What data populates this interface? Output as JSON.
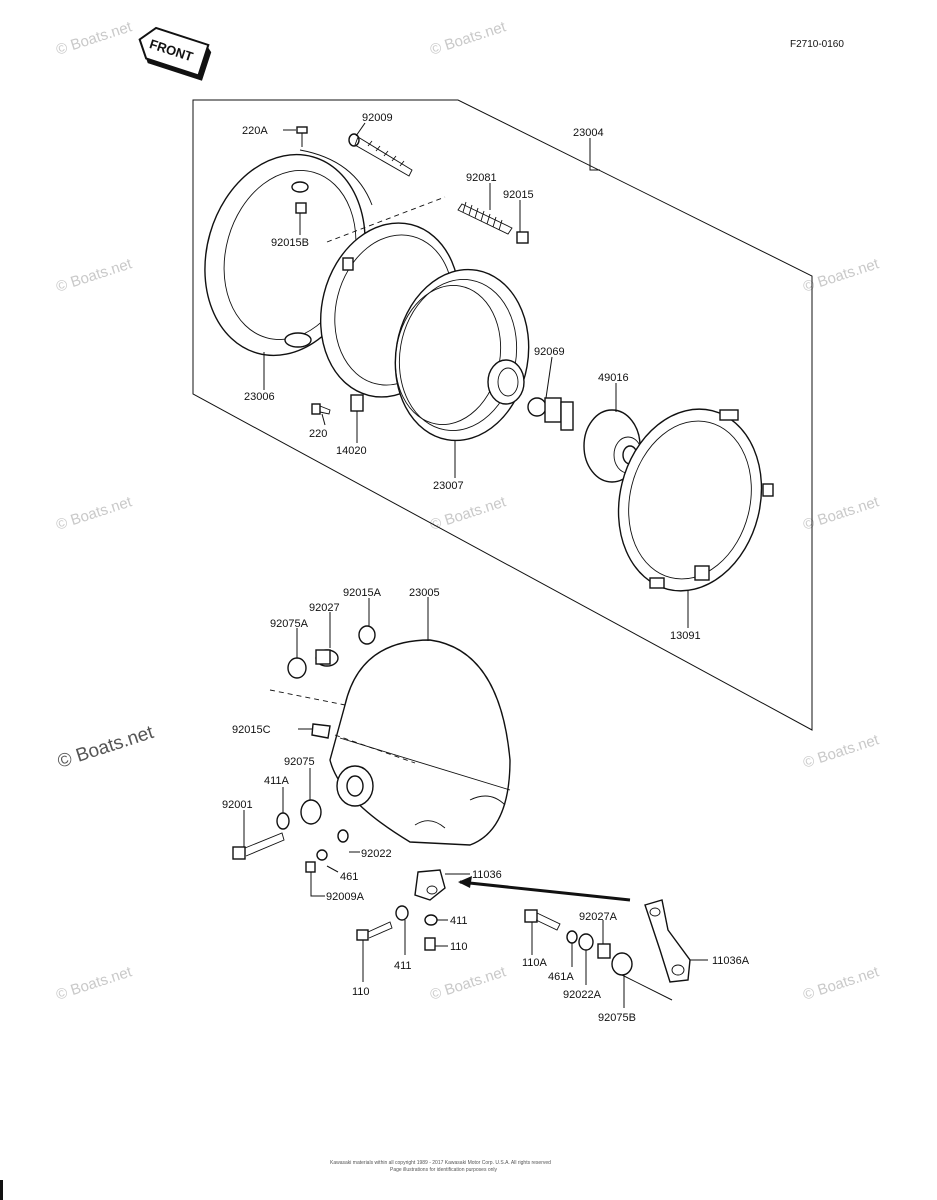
{
  "figure_code": "F2710-0160",
  "front_label": "FRONT",
  "watermark": "© Boats.net",
  "footer_line1": "Kawasaki materials within all copyright 1989 - 2017  Kawasaki Motor Corp. U.S.A.  All rights reserved",
  "footer_line2": "Page illustrations for identification purposes only",
  "parts": {
    "p220A": "220A",
    "p92009": "92009",
    "p23004": "23004",
    "p92081": "92081",
    "p92015": "92015",
    "p92015B": "92015B",
    "p92069": "92069",
    "p49016": "49016",
    "p23006": "23006",
    "p220": "220",
    "p14020": "14020",
    "p23007": "23007",
    "p13091": "13091",
    "p92015A": "92015A",
    "p23005": "23005",
    "p92027": "92027",
    "p92075A": "92075A",
    "p92015C": "92015C",
    "p92075": "92075",
    "p411A": "411A",
    "p92001": "92001",
    "p92022": "92022",
    "p461": "461",
    "p92009A": "92009A",
    "p11036": "11036",
    "p411_r": "411",
    "p110_r": "110",
    "p411_b": "411",
    "p110_b": "110",
    "p110A": "110A",
    "p461A": "461A",
    "p92027A": "92027A",
    "p92022A": "92022A",
    "p92075B": "92075B",
    "p11036A": "11036A"
  }
}
